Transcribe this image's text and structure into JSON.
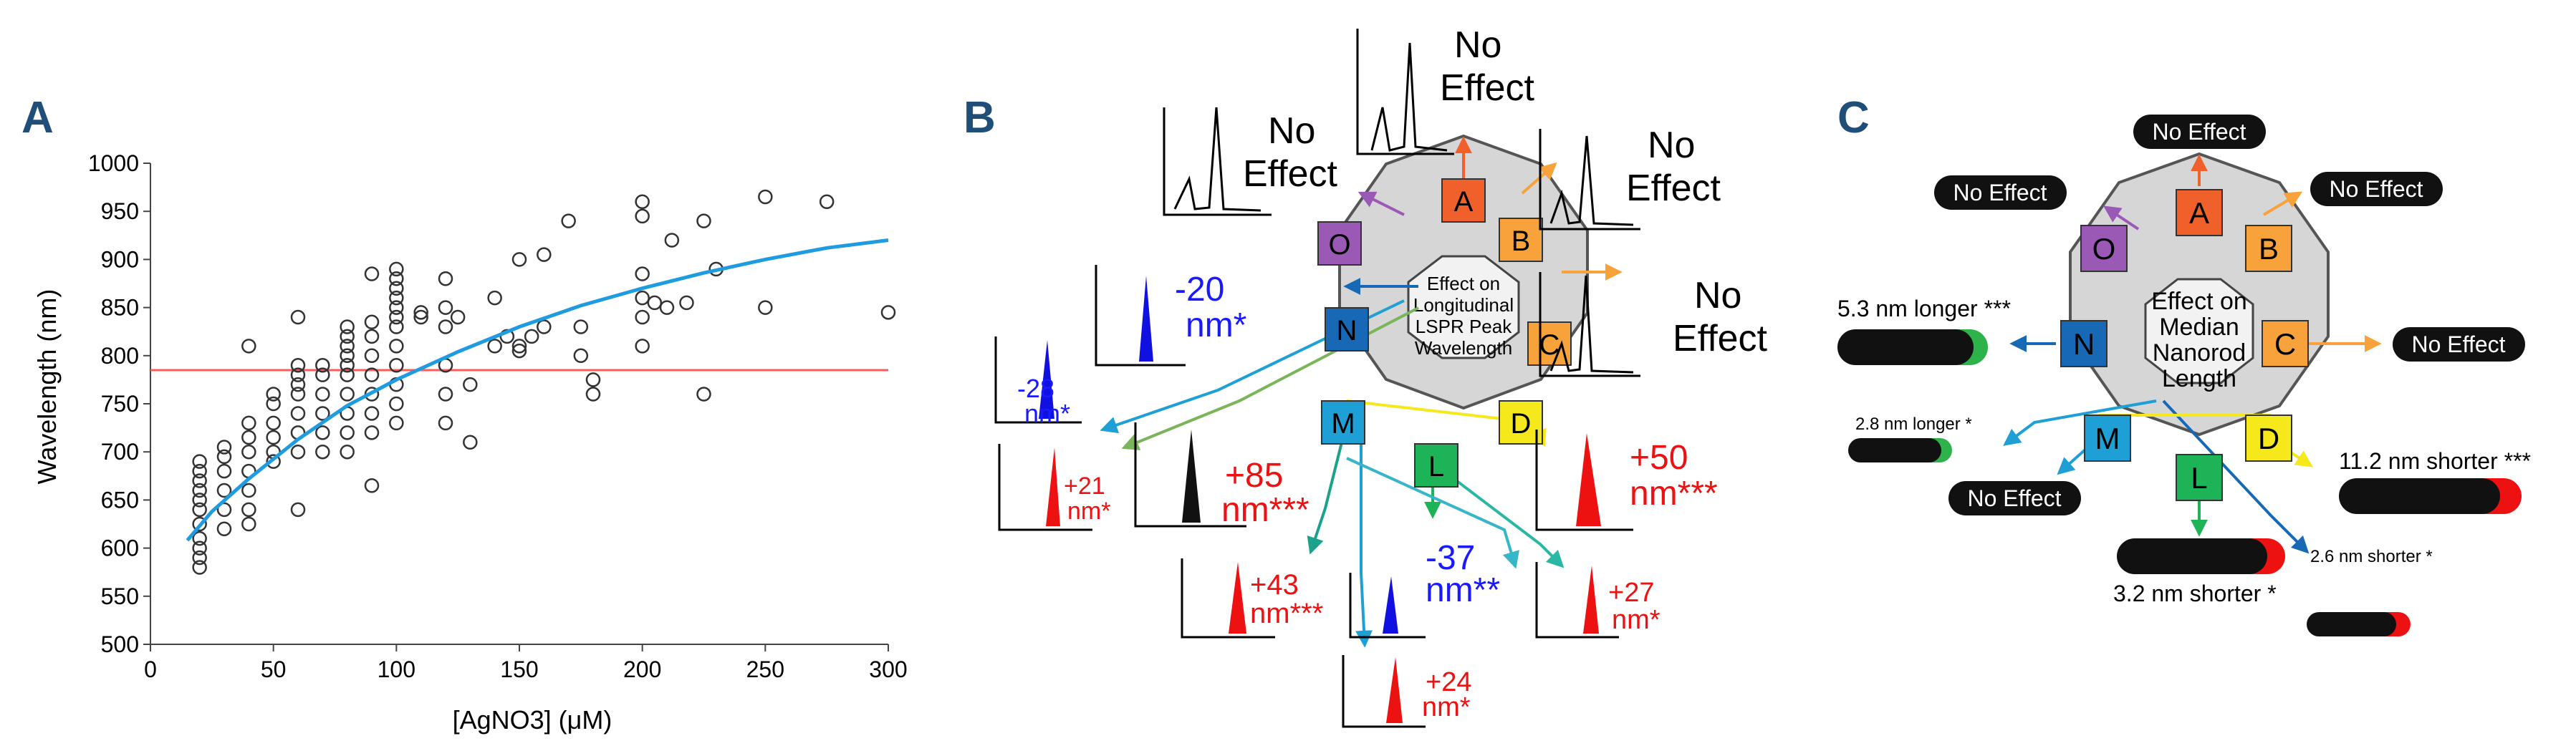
{
  "panels": {
    "a": {
      "label": "A",
      "chart_data": {
        "type": "scatter",
        "xlabel": "[AgNO3] (μM)",
        "ylabel": "Wavelength (nm)",
        "xlim": [
          0,
          300
        ],
        "ylim": [
          500,
          1000
        ],
        "xticks": [
          0,
          50,
          100,
          150,
          200,
          250,
          300
        ],
        "yticks": [
          500,
          550,
          600,
          650,
          700,
          750,
          800,
          850,
          900,
          950,
          1000
        ],
        "grid": false,
        "reference_line": {
          "y": 785,
          "color": "#ff5a5a"
        },
        "fit_color": "#1f9be0",
        "fit_curve": [
          [
            15,
            608
          ],
          [
            25,
            638
          ],
          [
            40,
            672
          ],
          [
            60,
            713
          ],
          [
            80,
            748
          ],
          [
            100,
            775
          ],
          [
            125,
            804
          ],
          [
            150,
            830
          ],
          [
            175,
            852
          ],
          [
            200,
            870
          ],
          [
            225,
            886
          ],
          [
            250,
            900
          ],
          [
            275,
            912
          ],
          [
            300,
            920
          ]
        ],
        "points": [
          [
            20,
            580
          ],
          [
            20,
            590
          ],
          [
            20,
            600
          ],
          [
            20,
            610
          ],
          [
            20,
            625
          ],
          [
            20,
            640
          ],
          [
            20,
            650
          ],
          [
            20,
            660
          ],
          [
            20,
            670
          ],
          [
            20,
            680
          ],
          [
            20,
            690
          ],
          [
            30,
            620
          ],
          [
            30,
            640
          ],
          [
            30,
            660
          ],
          [
            30,
            680
          ],
          [
            30,
            695
          ],
          [
            30,
            705
          ],
          [
            40,
            625
          ],
          [
            40,
            640
          ],
          [
            40,
            660
          ],
          [
            40,
            680
          ],
          [
            40,
            700
          ],
          [
            40,
            715
          ],
          [
            40,
            730
          ],
          [
            40,
            810
          ],
          [
            50,
            690
          ],
          [
            50,
            700
          ],
          [
            50,
            715
          ],
          [
            50,
            730
          ],
          [
            50,
            750
          ],
          [
            50,
            760
          ],
          [
            60,
            640
          ],
          [
            60,
            700
          ],
          [
            60,
            720
          ],
          [
            60,
            740
          ],
          [
            60,
            760
          ],
          [
            60,
            770
          ],
          [
            60,
            780
          ],
          [
            60,
            790
          ],
          [
            60,
            840
          ],
          [
            70,
            700
          ],
          [
            70,
            720
          ],
          [
            70,
            740
          ],
          [
            70,
            760
          ],
          [
            70,
            780
          ],
          [
            70,
            790
          ],
          [
            80,
            700
          ],
          [
            80,
            720
          ],
          [
            80,
            740
          ],
          [
            80,
            760
          ],
          [
            80,
            780
          ],
          [
            80,
            790
          ],
          [
            80,
            800
          ],
          [
            80,
            810
          ],
          [
            80,
            820
          ],
          [
            80,
            830
          ],
          [
            90,
            665
          ],
          [
            90,
            720
          ],
          [
            90,
            740
          ],
          [
            90,
            760
          ],
          [
            90,
            780
          ],
          [
            90,
            800
          ],
          [
            90,
            820
          ],
          [
            90,
            835
          ],
          [
            90,
            885
          ],
          [
            100,
            730
          ],
          [
            100,
            750
          ],
          [
            100,
            770
          ],
          [
            100,
            790
          ],
          [
            100,
            810
          ],
          [
            100,
            830
          ],
          [
            100,
            840
          ],
          [
            100,
            850
          ],
          [
            100,
            860
          ],
          [
            100,
            870
          ],
          [
            100,
            880
          ],
          [
            100,
            890
          ],
          [
            110,
            840
          ],
          [
            110,
            845
          ],
          [
            120,
            730
          ],
          [
            120,
            760
          ],
          [
            120,
            790
          ],
          [
            120,
            830
          ],
          [
            120,
            850
          ],
          [
            120,
            880
          ],
          [
            125,
            840
          ],
          [
            130,
            710
          ],
          [
            130,
            770
          ],
          [
            140,
            810
          ],
          [
            140,
            860
          ],
          [
            145,
            820
          ],
          [
            150,
            805
          ],
          [
            150,
            810
          ],
          [
            150,
            900
          ],
          [
            155,
            820
          ],
          [
            160,
            830
          ],
          [
            160,
            905
          ],
          [
            170,
            940
          ],
          [
            175,
            830
          ],
          [
            175,
            800
          ],
          [
            180,
            760
          ],
          [
            180,
            775
          ],
          [
            200,
            810
          ],
          [
            200,
            840
          ],
          [
            200,
            860
          ],
          [
            200,
            885
          ],
          [
            200,
            945
          ],
          [
            200,
            960
          ],
          [
            205,
            855
          ],
          [
            210,
            850
          ],
          [
            212,
            920
          ],
          [
            218,
            855
          ],
          [
            225,
            760
          ],
          [
            230,
            890
          ],
          [
            225,
            940
          ],
          [
            250,
            850
          ],
          [
            250,
            965
          ],
          [
            275,
            960
          ],
          [
            300,
            845
          ]
        ]
      }
    },
    "b": {
      "label": "B",
      "center_text": [
        "Effect on",
        "Longitudinal",
        "LSPR Peak",
        "Wavelength"
      ],
      "nodes": [
        "A",
        "B",
        "C",
        "D",
        "L",
        "M",
        "N",
        "O"
      ],
      "node_colors": {
        "A": "#f0602a",
        "B": "#f7a23a",
        "C": "#f7a23a",
        "D": "#f5e91c",
        "L": "#1cb457",
        "M": "#1ea0d6",
        "N": "#1768b5",
        "O": "#9b59b6"
      },
      "annotations": {
        "a": "No\nEffect",
        "o": "No\nEffect",
        "b": "No\nEffect",
        "c": "No\nEffect",
        "n": "-20\nnm*",
        "n2": "-28\nnm*",
        "m1": "+21\nnm*",
        "m2": "+85\nnm***",
        "d": "+50\nnm***",
        "l1": "+43\nnm***",
        "l2": "-37\nnm**",
        "l3": "+27\nnm*",
        "l4": "+24\nnm*"
      }
    },
    "c": {
      "label": "C",
      "center_text": [
        "Effect on",
        "Median",
        "Nanorod",
        "Length"
      ],
      "nodes": [
        "A",
        "B",
        "C",
        "D",
        "L",
        "M",
        "N",
        "O"
      ],
      "badges": {
        "a": "No Effect",
        "o": "No Effect",
        "b": "No Effect",
        "c": "No Effect",
        "m": "No Effect"
      },
      "bars": {
        "n": "5.3 nm longer ***",
        "n2": "2.8 nm longer *",
        "d": "11.2 nm shorter ***",
        "l": "3.2 nm shorter *",
        "d2": "2.6 nm shorter *"
      }
    }
  }
}
